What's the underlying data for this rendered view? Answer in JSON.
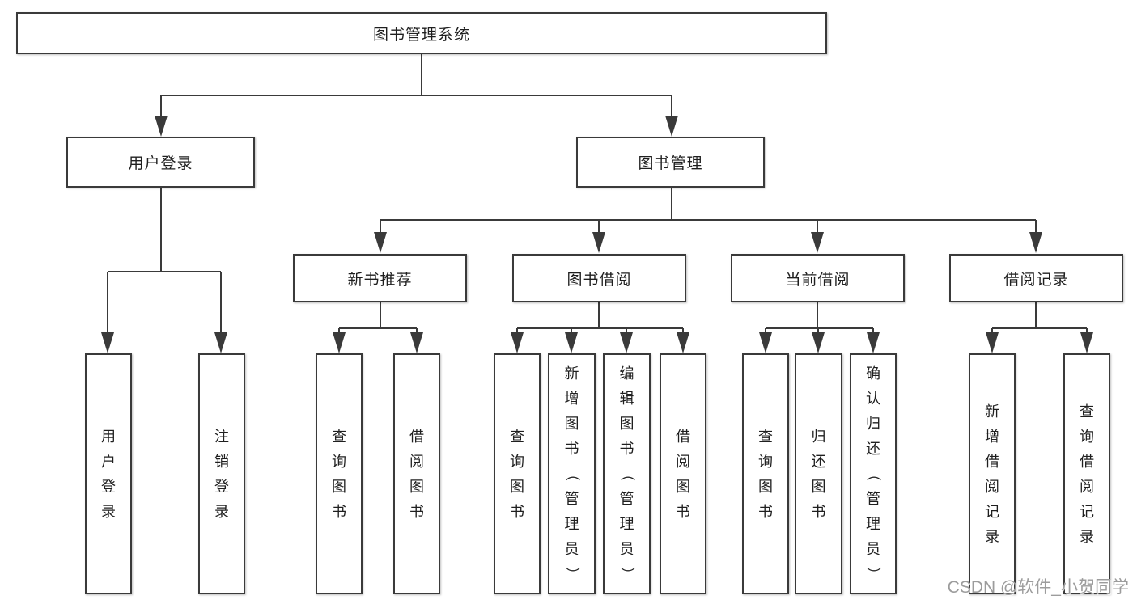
{
  "colors": {
    "line": "#3a3a3a",
    "text": "#1f1f1f",
    "watermark": "#9c9c9c",
    "bg": "#ffffff"
  },
  "nodes": {
    "root": {
      "label": "图书管理系统"
    },
    "level2": [
      {
        "label": "用户登录"
      },
      {
        "label": "图书管理"
      }
    ],
    "level3": [
      {
        "label": "新书推荐"
      },
      {
        "label": "图书借阅"
      },
      {
        "label": "当前借阅"
      },
      {
        "label": "借阅记录"
      }
    ],
    "leaves": {
      "user": [
        "用户登录",
        "注销登录"
      ],
      "recommend": [
        "查询图书",
        "借阅图书"
      ],
      "borrow": [
        "查询图书",
        "新增图书（管理员）",
        "编辑图书（管理员）",
        "借阅图书"
      ],
      "current": [
        "查询图书",
        "归还图书",
        "确认归还（管理员）"
      ],
      "records": [
        "新增借阅记录",
        "查询借阅记录"
      ]
    }
  },
  "watermark": "CSDN @软件_小贺同学"
}
